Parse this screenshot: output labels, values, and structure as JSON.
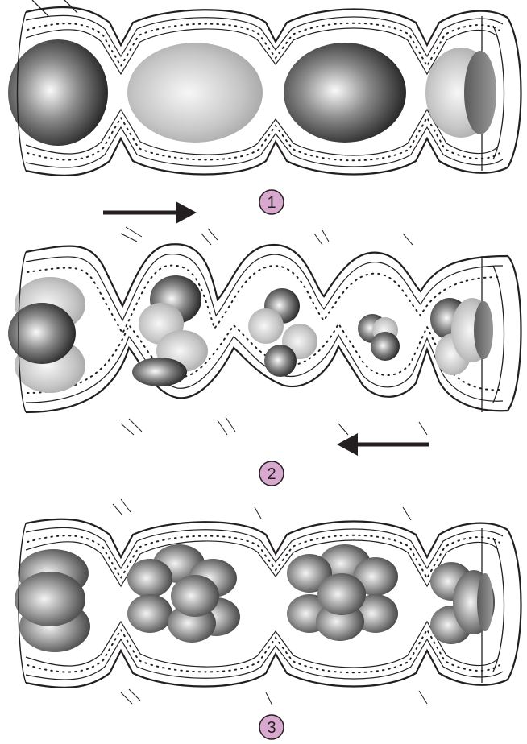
{
  "steps": [
    {
      "label": "1"
    },
    {
      "label": "2"
    },
    {
      "label": "3"
    }
  ],
  "colors": {
    "badge_fill": "#d8a8cf",
    "outline": "#231f20",
    "arrow": "#231f20",
    "background": "#ffffff"
  }
}
